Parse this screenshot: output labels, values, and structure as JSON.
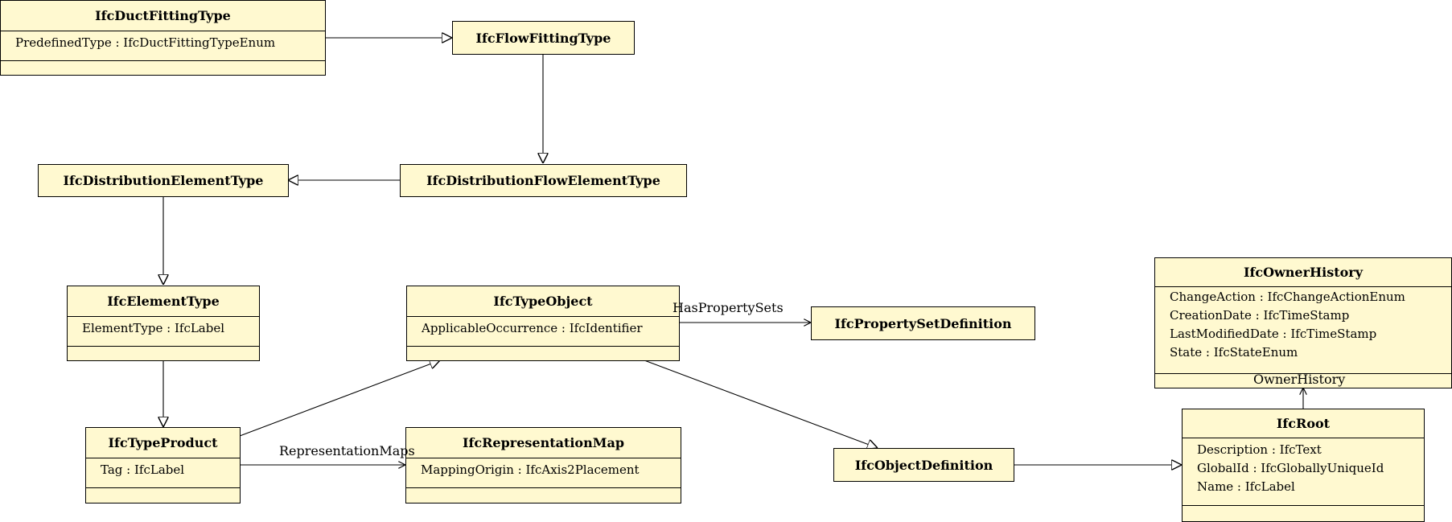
{
  "classes": {
    "duct_fitting_type": {
      "name": "IfcDuctFittingType",
      "attrs": [
        "PredefinedType : IfcDuctFittingTypeEnum"
      ]
    },
    "flow_fitting_type": {
      "name": "IfcFlowFittingType"
    },
    "distribution_element_type": {
      "name": "IfcDistributionElementType"
    },
    "distribution_flow_element_type": {
      "name": "IfcDistributionFlowElementType"
    },
    "element_type": {
      "name": "IfcElementType",
      "attrs": [
        "ElementType : IfcLabel"
      ]
    },
    "type_object": {
      "name": "IfcTypeObject",
      "attrs": [
        "ApplicableOccurrence : IfcIdentifier"
      ]
    },
    "property_set_definition": {
      "name": "IfcPropertySetDefinition"
    },
    "owner_history": {
      "name": "IfcOwnerHistory",
      "attrs": [
        "ChangeAction : IfcChangeActionEnum",
        "CreationDate : IfcTimeStamp",
        "LastModifiedDate : IfcTimeStamp",
        "State : IfcStateEnum"
      ]
    },
    "type_product": {
      "name": "IfcTypeProduct",
      "attrs": [
        "Tag : IfcLabel"
      ]
    },
    "representation_map": {
      "name": "IfcRepresentationMap",
      "attrs": [
        "MappingOrigin : IfcAxis2Placement"
      ]
    },
    "object_definition": {
      "name": "IfcObjectDefinition"
    },
    "root": {
      "name": "IfcRoot",
      "attrs": [
        "Description : IfcText",
        "GlobalId : IfcGloballyUniqueId",
        "Name : IfcLabel"
      ]
    }
  },
  "associations": {
    "has_property_sets": "HasPropertySets",
    "representation_maps": "RepresentationMaps",
    "owner_history": "OwnerHistory"
  }
}
